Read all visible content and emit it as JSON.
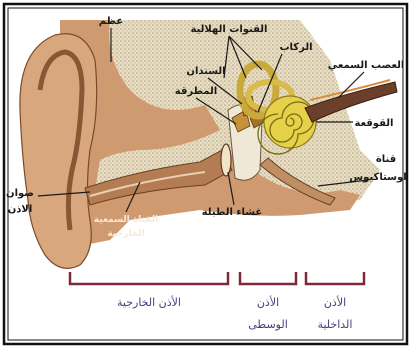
{
  "labels": {
    "bone": "عظم",
    "semicircular_canals": "القنوات الهلالية",
    "stapes": "الركاب",
    "auditory_nerve": "العصب السمعي",
    "anvil": "السندان",
    "hammer": "المطرقة",
    "cochlea": "القوقعة",
    "eustachian_line1": "قناة",
    "eustachian_line2": "اوستاكيوس",
    "eardrum": "غشاء الطبلة",
    "ear_canal_line1": "القناة السمعية",
    "ear_canal_line2": "الخارجية",
    "pinna_line1": "صوان",
    "pinna_line2": "الاذن"
  },
  "regions": {
    "outer_ear": "الأذن الخارجية",
    "middle_ear_line1": "الأذن",
    "middle_ear_line2": "الوسطى",
    "inner_ear_line1": "الأذن",
    "inner_ear_line2": "الداخلية"
  },
  "colors": {
    "skin": "#cf9a70",
    "skin_dark": "#9c6a45",
    "bone": "#e7dcc0",
    "bracket": "#7a2a3a",
    "cochlea": "#e6d24a"
  }
}
